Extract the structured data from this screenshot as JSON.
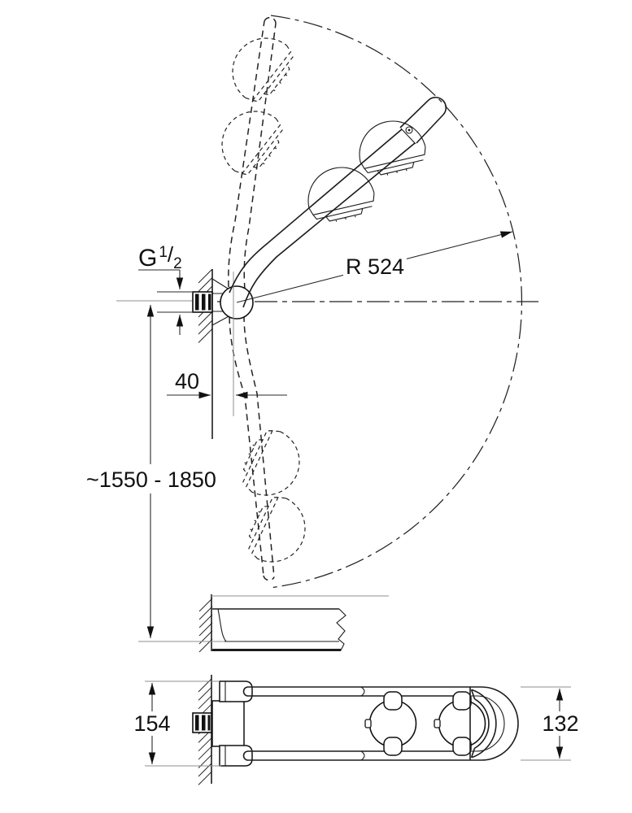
{
  "drawing": {
    "labels": {
      "thread": {
        "g": "G",
        "sup": "1",
        "slash": "/",
        "sub": "2"
      },
      "radius": "R 524",
      "wall_offset": "40",
      "installation_height": "~1550 - 1850",
      "mount_height": "154",
      "arm_width": "132"
    },
    "colors": {
      "line": "#1c1c1c",
      "dimension": "#2a2a2a",
      "extension": "#8f8f8f",
      "background": "#ffffff"
    }
  }
}
